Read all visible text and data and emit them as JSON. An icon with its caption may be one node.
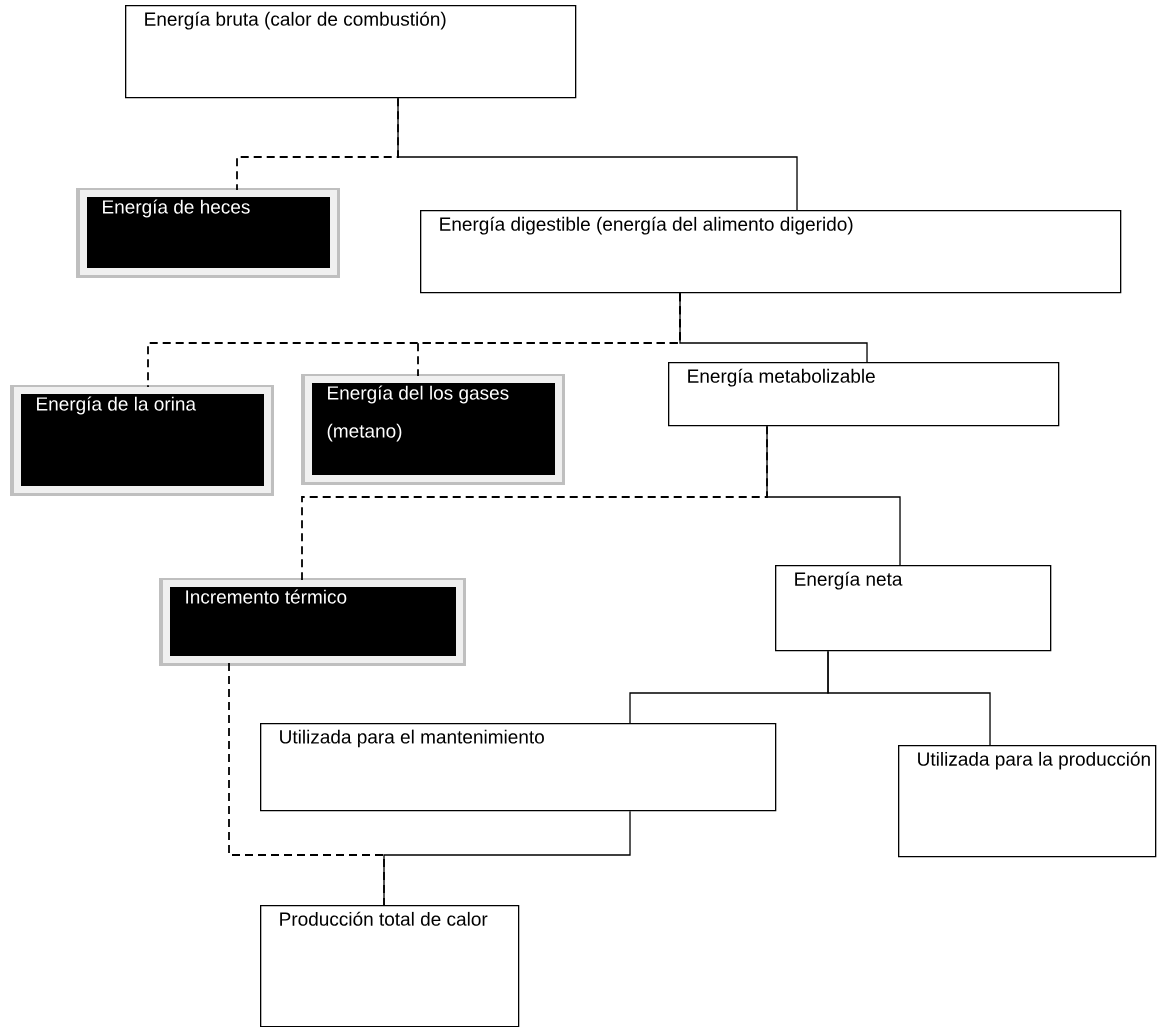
{
  "diagram": {
    "nodes": [
      {
        "text": [
          "Energía bruta (calor de combustión)"
        ]
      },
      {
        "text": [
          "Energía de heces"
        ]
      },
      {
        "text": [
          "Energía digestible (energía del alimento digerido)"
        ]
      },
      {
        "text": [
          "Energía de la orina"
        ]
      },
      {
        "text": [
          "Energía del los gases (metano)"
        ]
      },
      {
        "text": [
          "Energía metabolizable"
        ]
      },
      {
        "text": [
          "Incremento térmico"
        ]
      },
      {
        "text": [
          "Energía neta"
        ]
      },
      {
        "text": [
          "Utilizada para el mantenimiento"
        ]
      },
      {
        "text": [
          "Utilizada para la producción"
        ]
      },
      {
        "text": [
          "Producción total de calor"
        ]
      }
    ],
    "edges": [
      {
        "from": 0,
        "to": 1,
        "arrow": "none",
        "style": "dashed"
      },
      {
        "from": 0,
        "to": 2,
        "arrow": "none"
      },
      {
        "from": 2,
        "to": 3,
        "arrow": "none",
        "style": "dashed"
      },
      {
        "from": 2,
        "to": 4,
        "arrow": "none",
        "style": "dashed"
      },
      {
        "from": 2,
        "to": 5,
        "arrow": "none"
      },
      {
        "from": 5,
        "to": 6,
        "arrow": "none",
        "style": "dashed"
      },
      {
        "from": 5,
        "to": 7,
        "arrow": "none"
      },
      {
        "from": 7,
        "to": 8,
        "arrow": "none"
      },
      {
        "from": 7,
        "to": 9,
        "arrow": "none"
      },
      {
        "from": 6,
        "to": 10,
        "arrow": "none",
        "style": "dashed"
      },
      {
        "from": 8,
        "to": 10,
        "arrow": "none"
      }
    ]
  }
}
